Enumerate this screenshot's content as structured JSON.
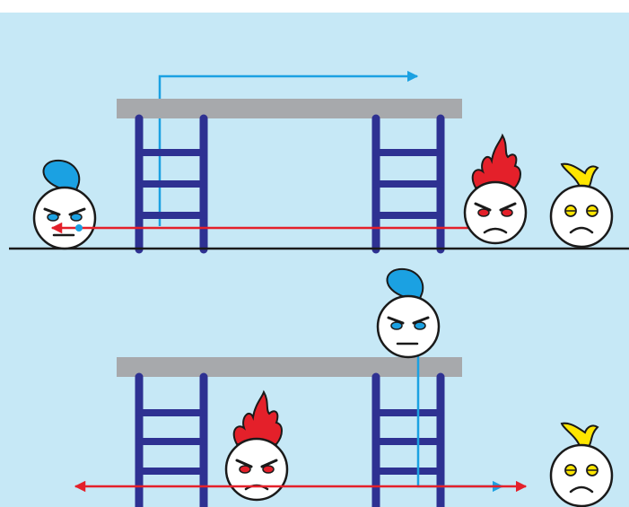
{
  "colors": {
    "background": "#c6e8f6",
    "platform": "#a7a9ac",
    "ladder": "#2e3192",
    "ground": "#1a1a1a",
    "blue_arrow": "#1ba1e2",
    "red_arrow": "#e4202a",
    "blue_character": "#1ba1e2",
    "red_character": "#e4202a",
    "yellow_character": "#ffe600"
  },
  "panels": [
    {
      "id": "top-panel",
      "characters": [
        "blue-character",
        "red-character",
        "yellow-character"
      ],
      "arrows": [
        "blue-path-arrow",
        "red-double-arrow"
      ]
    },
    {
      "id": "bottom-panel",
      "characters": [
        "blue-character",
        "red-character",
        "yellow-character"
      ],
      "arrows": [
        "blue-path-arrow",
        "red-double-arrow"
      ]
    }
  ]
}
